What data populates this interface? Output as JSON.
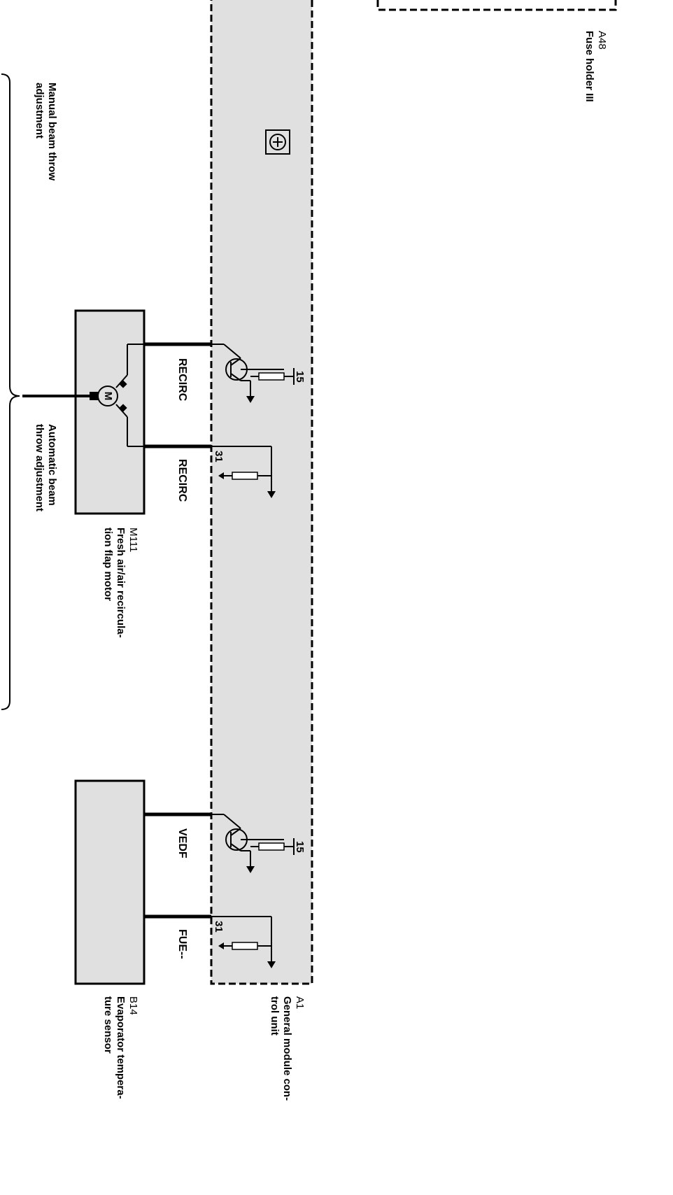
{
  "fuse_holder": {
    "code": "A48",
    "name": "Fuse holder III"
  },
  "module": {
    "code": "A1",
    "name_line1": "General module con-",
    "name_line2": "trol unit"
  },
  "motor": {
    "code": "M111",
    "name_line1": "Fresh air/air recircula-",
    "name_line2": "tion flap motor",
    "symbol": "M",
    "signal_top": "RECIRC",
    "signal_bottom": "RECIRC"
  },
  "sensor": {
    "code": "B14",
    "name_line1": "Evaporator tempera-",
    "name_line2": "ture sensor",
    "signal_top": "VEDF",
    "signal_bottom": "FUE--"
  },
  "pins": {
    "supply": "15",
    "ground": "31"
  },
  "notes": {
    "manual_line1": "Manual beam throw",
    "manual_line2": "adjustment",
    "automatic_line1": "Automatic beam",
    "automatic_line2": "throw adjustment"
  },
  "icons": [
    "transistor-symbol-icon",
    "motor-icon",
    "resistor-icon",
    "ground-arrow-icon",
    "brace-icon"
  ]
}
